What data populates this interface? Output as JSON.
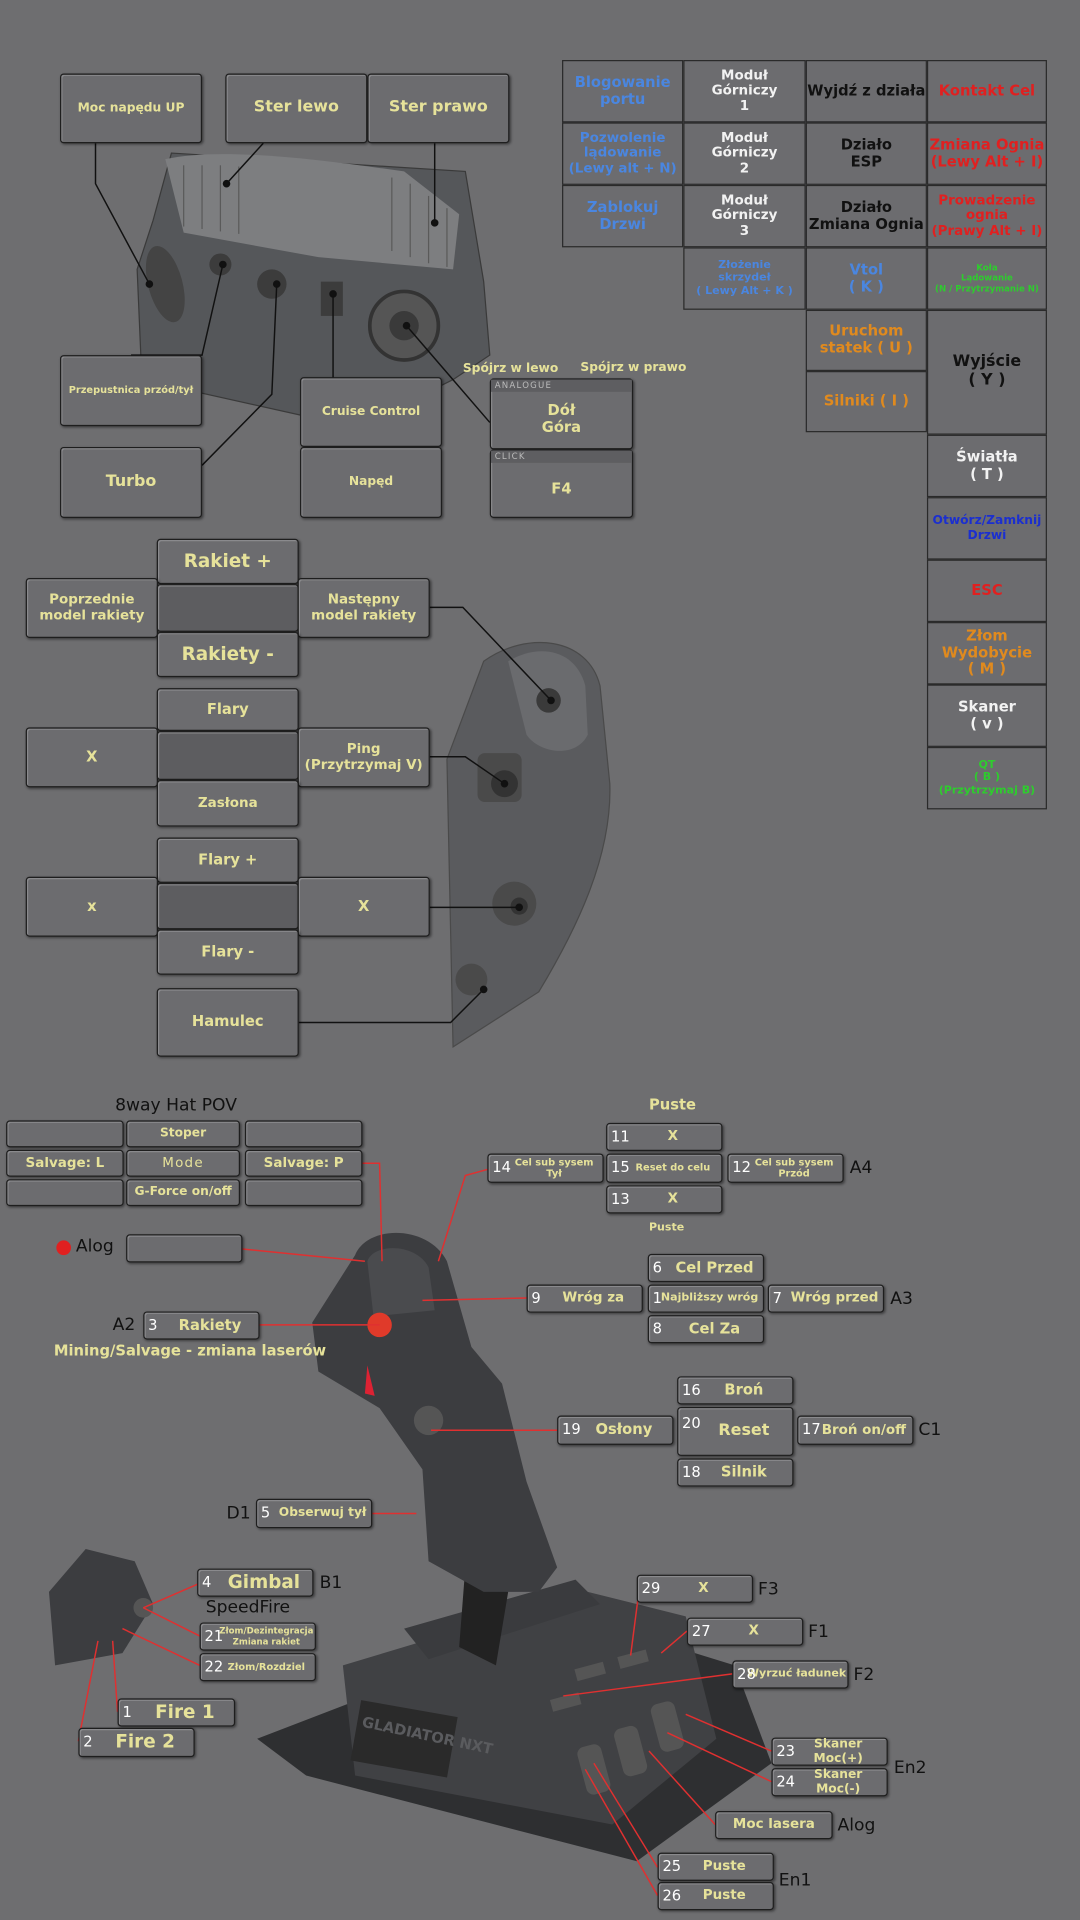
{
  "panel1": {
    "moc_napedu": "Moc napędu UP",
    "ster_lewo": "Ster lewo",
    "ster_prawo": "Ster prawo",
    "przepustnica": "Przepustnica przód/tył",
    "turbo": "Turbo",
    "cruise": "Cruise Control",
    "naped": "Napęd",
    "spojrz_lewo": "Spójrz w lewo",
    "spojrz_prawo": "Spójrz w prawo",
    "analogue": "ANALOGUE",
    "dol_gora": "Dół\nGóra",
    "click": "CLICK",
    "f4": "F4"
  },
  "table": {
    "grid": [
      [
        {
          "text": "Blogowanie\nportu",
          "color": "blue"
        },
        {
          "text": "Moduł\nGórniczy\n1",
          "color": "white"
        },
        {
          "text": "Wyjdź z działa",
          "color": "black"
        },
        {
          "text": "Kontakt Cel",
          "color": "red"
        }
      ],
      [
        {
          "text": "Pozwolenie\nlądowanie\n(Lewy alt + N)",
          "color": "blue"
        },
        {
          "text": "Moduł\nGórniczy\n2",
          "color": "white"
        },
        {
          "text": "Działo\nESP",
          "color": "black"
        },
        {
          "text": "Zmiana Ognia\n(Lewy Alt + I)",
          "color": "red"
        }
      ],
      [
        {
          "text": "Zablokuj\nDrzwi",
          "color": "blue"
        },
        {
          "text": "Moduł\nGórniczy\n3",
          "color": "white"
        },
        {
          "text": "Działo\nZmiana Ognia",
          "color": "black"
        },
        {
          "text": "Prowadzenie\nognia\n(Prawy Alt + I)",
          "color": "red"
        }
      ]
    ],
    "row4": [
      {
        "text": "Złożenie\nskrzydeł\n( Lewy Alt + K )",
        "color": "blue"
      },
      {
        "text": "Vtol\n( K )",
        "color": "blue"
      },
      {
        "text": "Koła\nLądowanie\n(N / Przytrzymanie N)",
        "color": "green"
      }
    ],
    "uruchom": "Uruchom\nstatek ( U )",
    "silniki": "Silniki ( I )",
    "wyjscie": "Wyjście\n( Y )",
    "col": [
      {
        "text": "Światła\n( T )",
        "color": "white"
      },
      {
        "text": "Otwórz/Zamknij\nDrzwi",
        "color": "dblue"
      },
      {
        "text": "ESC",
        "color": "red"
      },
      {
        "text": "Złom\nWydobycie\n( M )",
        "color": "orange"
      },
      {
        "text": "Skaner\n( v )",
        "color": "white"
      },
      {
        "text": "QT\n( B )\n(Przytrzymaj B)",
        "color": "green"
      }
    ]
  },
  "panel2": {
    "rakiet_plus": "Rakiet +",
    "poprzednie": "Poprzednie\nmodel rakiety",
    "nastepny": "Następny\nmodel rakiety",
    "rakiety_minus": "Rakiety -",
    "flary": "Flary",
    "x1": "X",
    "ping": "Ping\n(Przytrzymaj V)",
    "zaslona": "Zasłona",
    "flary_plus": "Flary +",
    "x2": "x",
    "x3": "X",
    "flary_minus": "Flary -",
    "hamulec": "Hamulec"
  },
  "panel3": {
    "hat_title": "8way Hat POV",
    "stoper": "Stoper",
    "salvage_l": "Salvage: L",
    "mode": "Mode",
    "salvage_p": "Salvage: P",
    "gforce": "G-Force on/off",
    "alog_label": "Alog",
    "puste_top": "Puste",
    "puste_small": "Puste",
    "b11": {
      "n": "11",
      "t": "X"
    },
    "b14": {
      "n": "14",
      "t": "Cel sub sysem\nTył"
    },
    "b15": {
      "n": "15",
      "t": "Reset do celu"
    },
    "b12": {
      "n": "12",
      "t": "Cel sub sysem\nPrzód"
    },
    "a4": "A4",
    "b13": {
      "n": "13",
      "t": "X"
    },
    "b6": {
      "n": "6",
      "t": "Cel Przed"
    },
    "b9": {
      "n": "9",
      "t": "Wróg za"
    },
    "b1": {
      "n": "1",
      "t": "Najbliższy wróg"
    },
    "b7": {
      "n": "7",
      "t": "Wróg przed"
    },
    "a3": "A3",
    "b8": {
      "n": "8",
      "t": "Cel Za"
    },
    "a2": "A2",
    "b3": {
      "n": "3",
      "t": "Rakiety"
    },
    "mining": "Mining/Salvage - zmiana laserów",
    "b16": {
      "n": "16",
      "t": "Broń"
    },
    "b19": {
      "n": "19",
      "t": "Osłony"
    },
    "b20": {
      "n": "20",
      "t": "Reset"
    },
    "b17": {
      "n": "17",
      "t": "Broń on/off"
    },
    "c1": "C1",
    "b18": {
      "n": "18",
      "t": "Silnik"
    },
    "d1": "D1",
    "b5": {
      "n": "5",
      "t": "Obserwuj tył"
    },
    "b4": {
      "n": "4",
      "t": "Gimbal"
    },
    "b1lbl": "B1",
    "speedfire": "SpeedFire",
    "b21": {
      "n": "21",
      "t": "Złom/Dezintegracja\nZmiana rakiet"
    },
    "b22": {
      "n": "22",
      "t": "Złom/Rozdziel"
    },
    "fire1": {
      "n": "1",
      "t": "Fire 1"
    },
    "fire2": {
      "n": "2",
      "t": "Fire 2"
    },
    "b29": {
      "n": "29",
      "t": "X"
    },
    "f3": "F3",
    "b27": {
      "n": "27",
      "t": "X"
    },
    "f1": "F1",
    "b28": {
      "n": "28",
      "t": "Wyrzuć ładunek"
    },
    "f2": "F2",
    "b23": {
      "n": "23",
      "t": "Skaner\nMoc(+)"
    },
    "b24": {
      "n": "24",
      "t": "Skaner\nMoc(-)"
    },
    "en2": "En2",
    "moc_lasera": "Moc lasera",
    "alog2": "Alog",
    "b25": {
      "n": "25",
      "t": "Puste"
    },
    "b26": {
      "n": "26",
      "t": "Puste"
    },
    "en1": "En1",
    "base_brand": "GLADIATOR NXT"
  }
}
